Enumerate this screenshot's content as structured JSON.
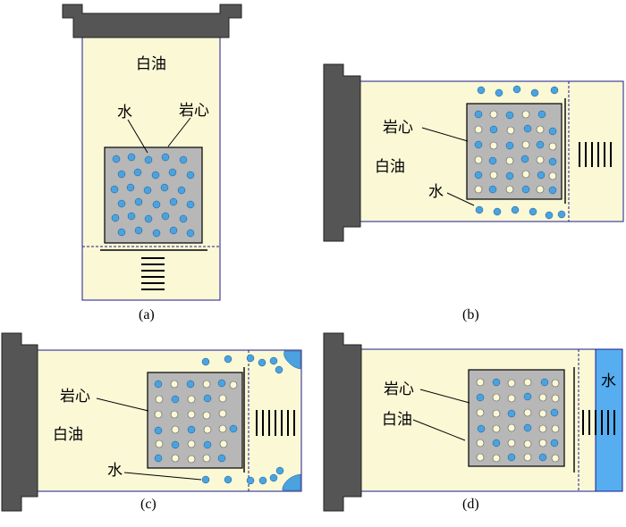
{
  "colors": {
    "tube": "#fbf8d6",
    "cap": "#555555",
    "core": "#b7b7b7",
    "water": "#4aa3e0",
    "oil_drop": "#fbf8d6",
    "water_column": "#56aef0",
    "outline": "#000000",
    "edge_blue": "#1b1b8a"
  },
  "panels": [
    {
      "caption": "(a)",
      "labels": {
        "oil": "白油",
        "water": "水",
        "core": "岩心"
      }
    },
    {
      "caption": "(b)",
      "labels": {
        "oil": "白油",
        "water": "水",
        "core": "岩心"
      }
    },
    {
      "caption": "(c)",
      "labels": {
        "oil": "白油",
        "water": "水",
        "core": "岩心"
      }
    },
    {
      "caption": "(d)",
      "labels": {
        "oil": "白油",
        "water": "水",
        "core": "岩心"
      }
    }
  ]
}
